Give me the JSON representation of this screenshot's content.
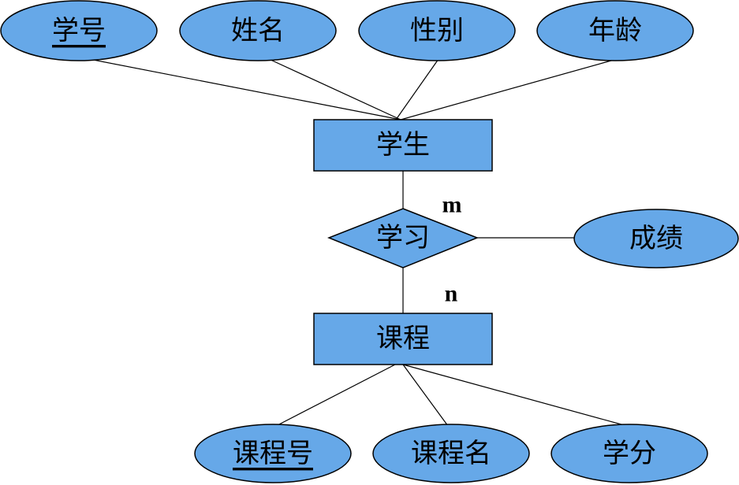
{
  "student_attributes": [
    {
      "label": "学号",
      "key": true
    },
    {
      "label": "姓名",
      "key": false
    },
    {
      "label": "性别",
      "key": false
    },
    {
      "label": "年龄",
      "key": false
    }
  ],
  "entity_student": "学生",
  "relationship": "学习",
  "relationship_attribute": "成绩",
  "cardinality_m": "m",
  "cardinality_n": "n",
  "entity_course": "课程",
  "course_attributes": [
    {
      "label": "课程号",
      "key": true
    },
    {
      "label": "课程名",
      "key": false
    },
    {
      "label": "学分",
      "key": false
    }
  ],
  "colors": {
    "fill": "#66a8e8",
    "stroke": "#000000"
  }
}
